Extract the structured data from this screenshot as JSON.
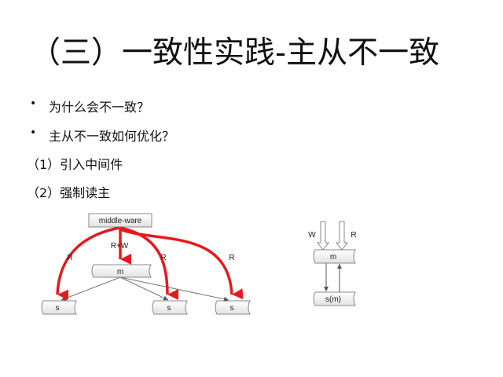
{
  "slide": {
    "title": "（三）一致性实践-主从不一致",
    "bullets": [
      "为什么会不一致？",
      "主从不一致如何优化？"
    ],
    "bullet_symbol": "•",
    "items": [
      "（1）引入中间件",
      "（2）强制读主"
    ]
  },
  "diagram_left": {
    "middleware": "middle-ware",
    "master": "m",
    "slaves": [
      "s",
      "s",
      "s"
    ],
    "labels": {
      "r1": "R",
      "rw": "R+W",
      "r2": "R",
      "r3": "R"
    }
  },
  "diagram_right": {
    "master": "m",
    "slave": "s(m)",
    "write_label": "W",
    "read_label": "R"
  },
  "colors": {
    "accent": "#e8191b",
    "line": "#666666",
    "box_border": "#888888"
  }
}
